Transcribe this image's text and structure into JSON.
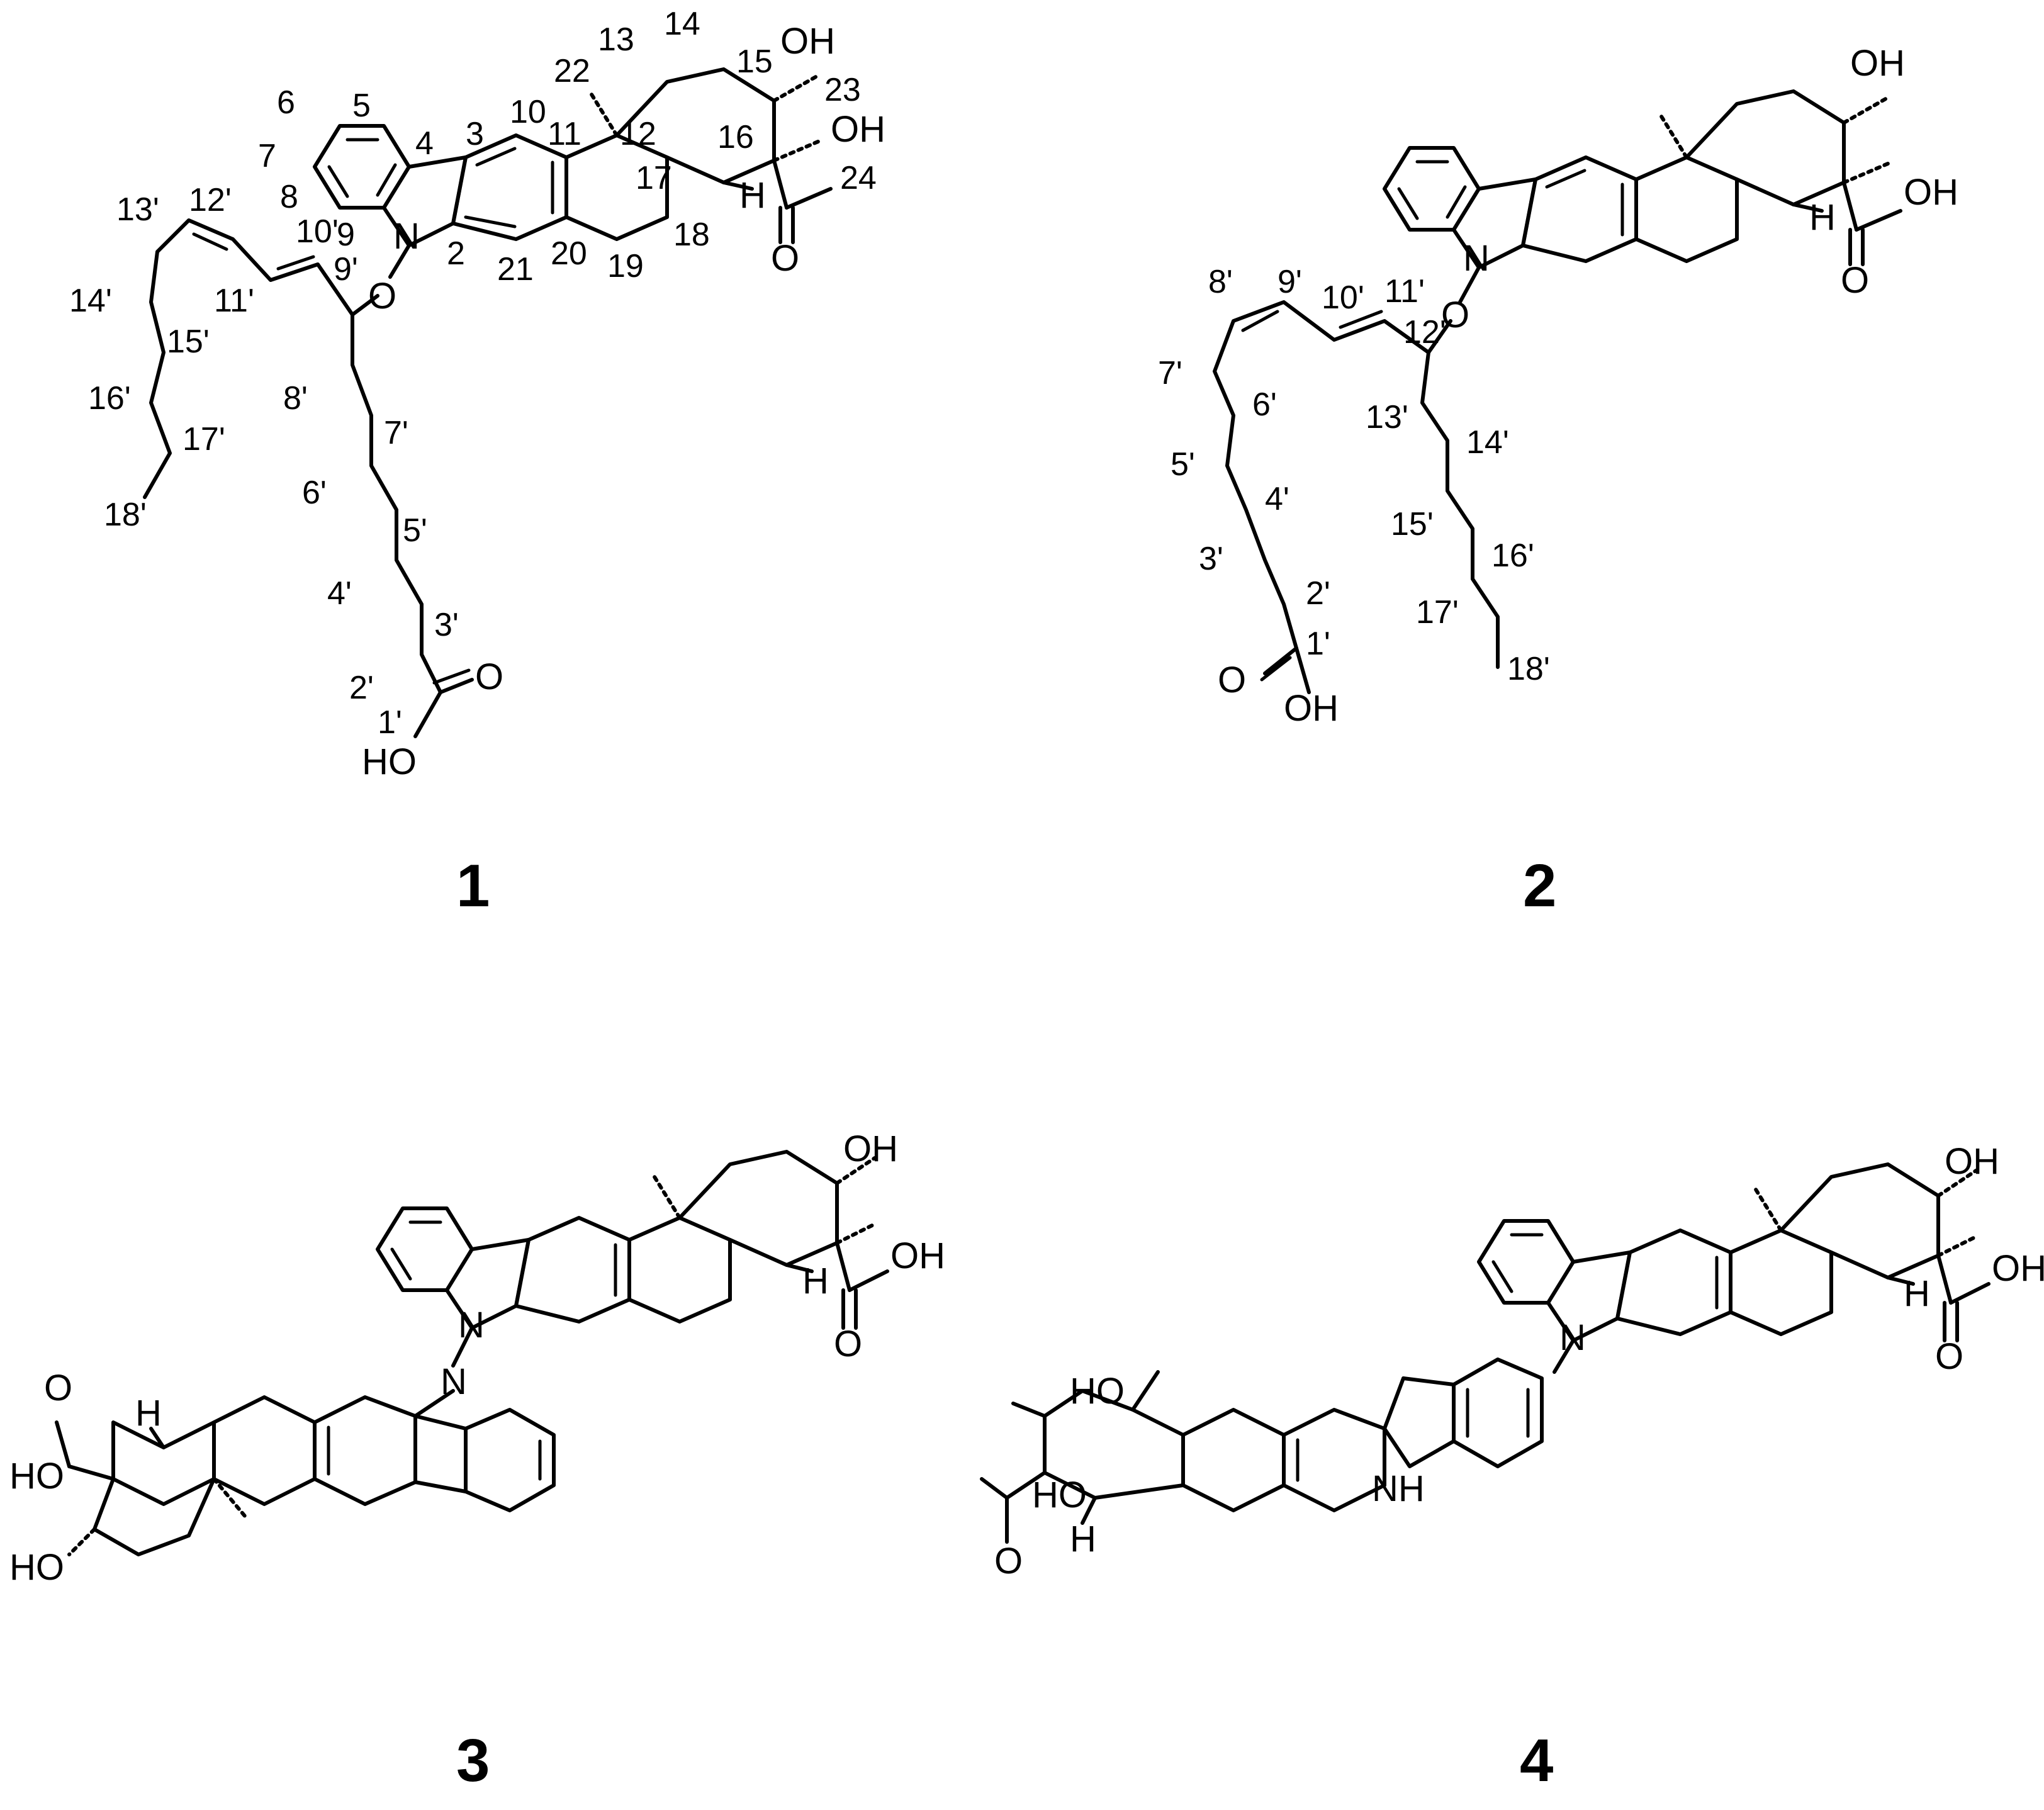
{
  "compounds": [
    {
      "number": "1",
      "core_labels": [
        "5",
        "6",
        "7",
        "8",
        "9",
        "4",
        "3",
        "2",
        "10",
        "21",
        "11",
        "20",
        "22",
        "12",
        "13",
        "14",
        "15",
        "16",
        "17",
        "18",
        "19",
        "23",
        "24"
      ],
      "chain_labels": [
        "9'",
        "10'",
        "11'",
        "12'",
        "13'",
        "14'",
        "15'",
        "16'",
        "17'",
        "18'",
        "8'",
        "7'",
        "6'",
        "5'",
        "4'",
        "3'",
        "2'",
        "1'"
      ],
      "atoms": {
        "N": "N",
        "O": "O",
        "H": "H",
        "OH": "OH",
        "HO": "HO",
        "O_keto": "O",
        "OH2": "OH",
        "O_acid": "O"
      }
    },
    {
      "number": "2",
      "chain_labels": [
        "9'",
        "8'",
        "10'",
        "11'",
        "12'",
        "7'",
        "6'",
        "5'",
        "4'",
        "3'",
        "2'",
        "1'",
        "13'",
        "14'",
        "15'",
        "16'",
        "17'",
        "18'"
      ],
      "atoms": {
        "N": "N",
        "O": "O",
        "H": "H",
        "OH": "OH",
        "OH2": "OH",
        "O_keto": "O",
        "O_acid": "O",
        "OH_acid": "OH"
      }
    },
    {
      "number": "3",
      "atoms": {
        "OH": "OH",
        "OH2": "OH",
        "O": "O",
        "H": "H",
        "N1": "N",
        "N2": "N",
        "O2": "O",
        "HO": "HO",
        "H2": "H",
        "HO2": "HO"
      }
    },
    {
      "number": "4",
      "atoms": {
        "OH": "OH",
        "OH2": "OH",
        "O": "O",
        "H": "H",
        "N": "N",
        "HO": "HO",
        "HO2": "HO",
        "O2": "O",
        "H2": "H",
        "NH": "NH"
      }
    }
  ]
}
